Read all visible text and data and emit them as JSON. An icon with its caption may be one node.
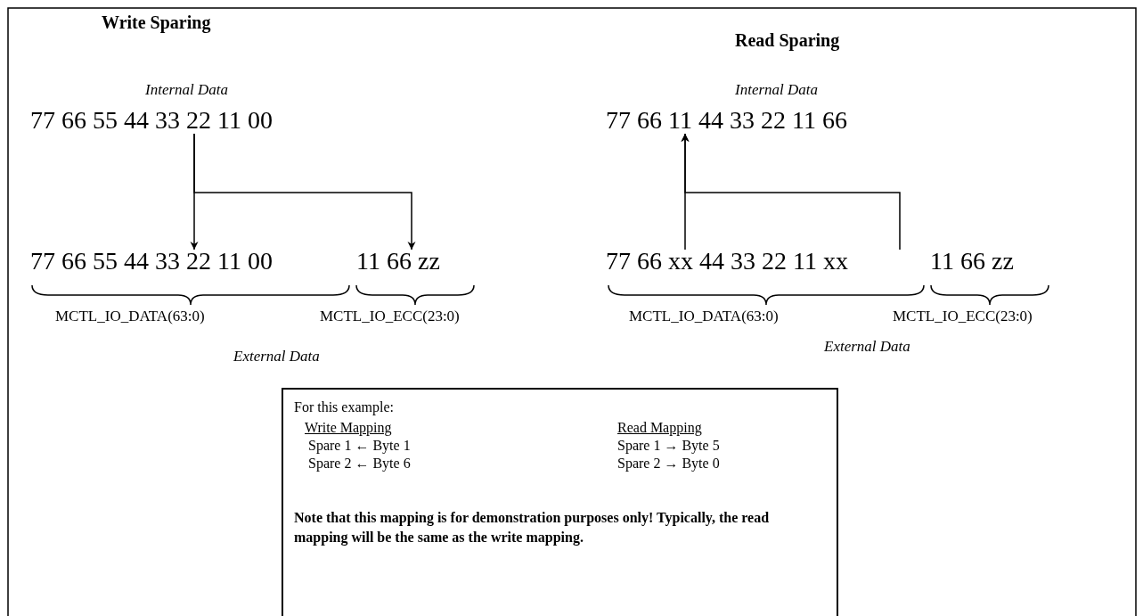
{
  "diagram": {
    "nodes": [
      {
        "text": [
          "77 66 55 44 33 22 11 00"
        ]
      },
      {
        "text": [
          "77 66 55 44 33 22 11 00"
        ]
      },
      {
        "text": [
          "11 66 zz"
        ]
      },
      {
        "text": [
          "77 66 11 44 33 22 11 66"
        ]
      },
      {
        "text": [
          "77 66 xx 44 33 22 11 xx"
        ]
      },
      {
        "text": [
          "11 66 zz"
        ]
      },
      {
        "text": [
          "For this example:",
          "Write Mapping",
          "Spare 1 ← Byte 1",
          "Spare 2 ← Byte 6",
          "Read Mapping",
          "Spare 1 → Byte 5",
          "Spare 2 → Byte 0",
          "Note that this mapping is for demonstration purposes only!  Typically, the read mapping will be the same as the write mapping."
        ]
      }
    ],
    "edges": [
      {
        "from": 0,
        "to": 1,
        "arrow": "to"
      },
      {
        "from": 0,
        "to": 2,
        "arrow": "to"
      },
      {
        "from": 4,
        "to": 3,
        "arrow": "to"
      },
      {
        "from": 5,
        "to": 3,
        "arrow": "to"
      }
    ],
    "labels": [
      "Write Sparing",
      "Read Sparing",
      "Internal Data",
      "Internal Data",
      "MCTL_IO_DATA(63:0)",
      "MCTL_IO_ECC(23:0)",
      "MCTL_IO_DATA(63:0)",
      "MCTL_IO_ECC(23:0)",
      "External Data",
      "External Data"
    ]
  }
}
